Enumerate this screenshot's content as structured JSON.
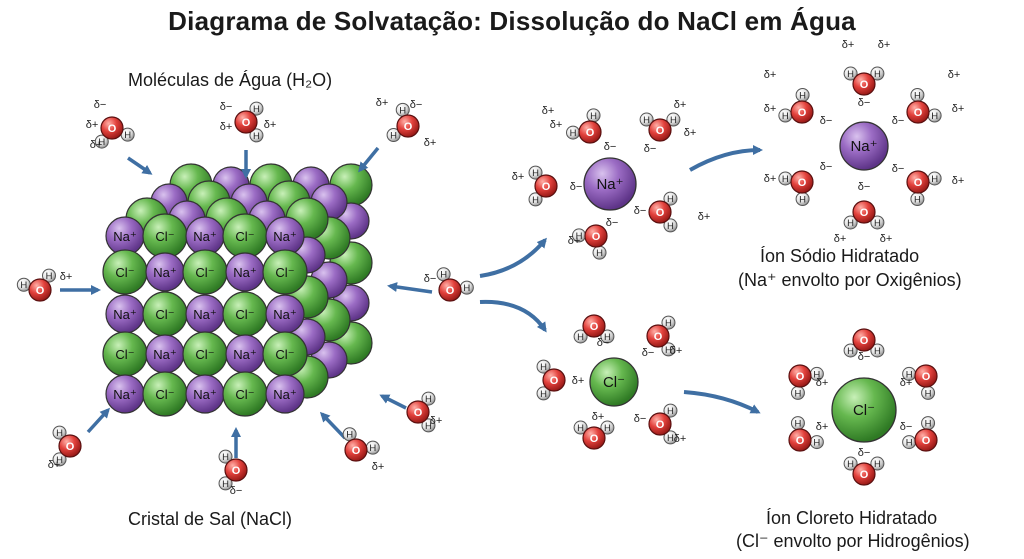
{
  "title": "Diagrama de Solvatação: Dissolução do NaCl em Água",
  "labels": {
    "water_molecules": "Moléculas de Água (H₂O)",
    "salt_crystal": "Cristal de Sal (NaCl)",
    "hydrated_sodium": "Íon Sódio Hidratado",
    "hydrated_sodium_note": "(Na⁺ envolto por Oxigênios)",
    "hydrated_chloride": "Íon Cloreto Hidratado",
    "hydrated_chloride_note": "(Cl⁻ envolto por Hidrogênios)"
  },
  "ions": {
    "sodium": "Na⁺",
    "chloride": "Cl⁻"
  },
  "atoms": {
    "oxygen": "O",
    "hydrogen": "H"
  },
  "charges": {
    "partial_negative": "δ−",
    "partial_positive": "δ+"
  },
  "crystal_front_grid": [
    [
      "Na⁺",
      "Cl⁻",
      "Na⁺",
      "Cl⁻",
      "Na⁺"
    ],
    [
      "Cl⁻",
      "Na⁺",
      "Cl⁻",
      "Na⁺",
      "Cl⁻"
    ],
    [
      "Na⁺",
      "Cl⁻",
      "Na⁺",
      "Cl⁻",
      "Na⁺"
    ],
    [
      "Cl⁻",
      "Na⁺",
      "Cl⁻",
      "Na⁺",
      "Cl⁻"
    ],
    [
      "Na⁺",
      "Cl⁻",
      "Na⁺",
      "Cl⁻",
      "Na⁺"
    ]
  ],
  "colors": {
    "sodium": "#8e5bb5",
    "chloride": "#5fb04a",
    "oxygen": "#e0393a",
    "hydrogen": "#e8e8e8",
    "arrow": "#4a7fb5"
  }
}
